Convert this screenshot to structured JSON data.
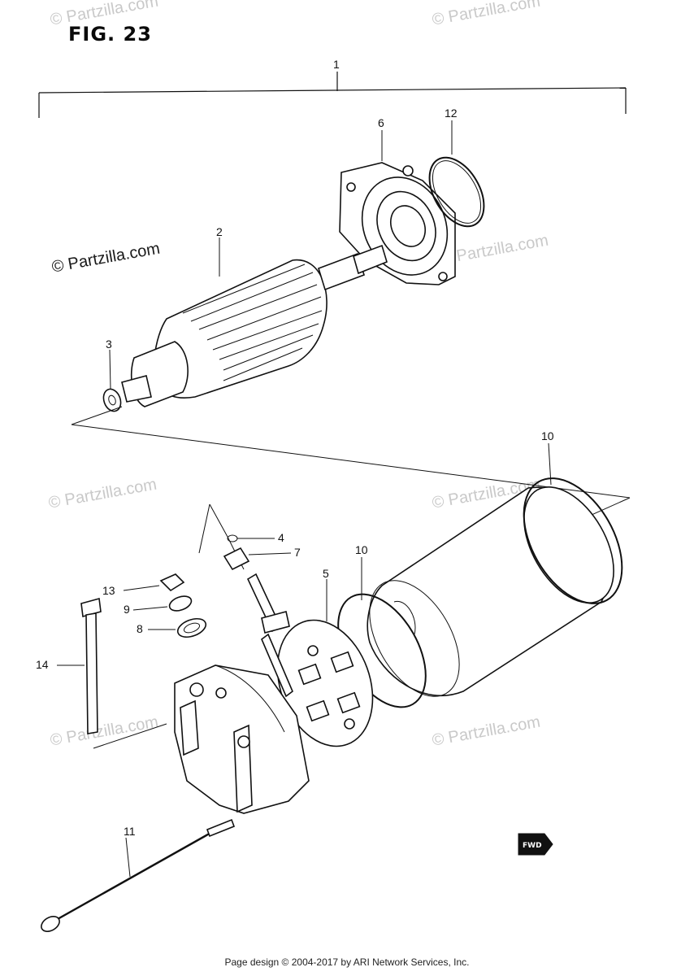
{
  "figure": {
    "title": "FIG. 23"
  },
  "callouts": [
    "1",
    "2",
    "3",
    "4",
    "5",
    "6",
    "7",
    "8",
    "9",
    "10",
    "10",
    "11",
    "12",
    "13",
    "14"
  ],
  "watermark": {
    "text": "© Partzilla.com"
  },
  "fwd_mark": {
    "label": "FWD"
  },
  "footer": {
    "text": "Page design © 2004-2017 by ARI Network Services, Inc."
  }
}
